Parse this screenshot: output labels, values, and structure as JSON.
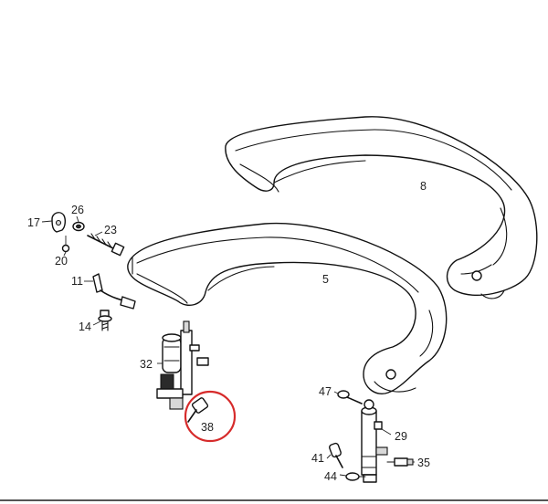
{
  "diagram": {
    "callouts": [
      {
        "id": "label-17",
        "text": "17"
      },
      {
        "id": "label-26",
        "text": "26"
      },
      {
        "id": "label-23",
        "text": "23"
      },
      {
        "id": "label-20",
        "text": "20"
      },
      {
        "id": "label-11",
        "text": "11"
      },
      {
        "id": "label-14",
        "text": "14"
      },
      {
        "id": "label-32",
        "text": "32"
      },
      {
        "id": "label-38",
        "text": "38"
      },
      {
        "id": "label-8",
        "text": "8"
      },
      {
        "id": "label-5",
        "text": "5"
      },
      {
        "id": "label-47",
        "text": "47"
      },
      {
        "id": "label-29",
        "text": "29"
      },
      {
        "id": "label-41",
        "text": "41"
      },
      {
        "id": "label-35",
        "text": "35"
      },
      {
        "id": "label-44",
        "text": "44"
      }
    ],
    "highlight": {
      "part": "38",
      "color": "#d62b2b"
    },
    "line_color": "#111111"
  }
}
